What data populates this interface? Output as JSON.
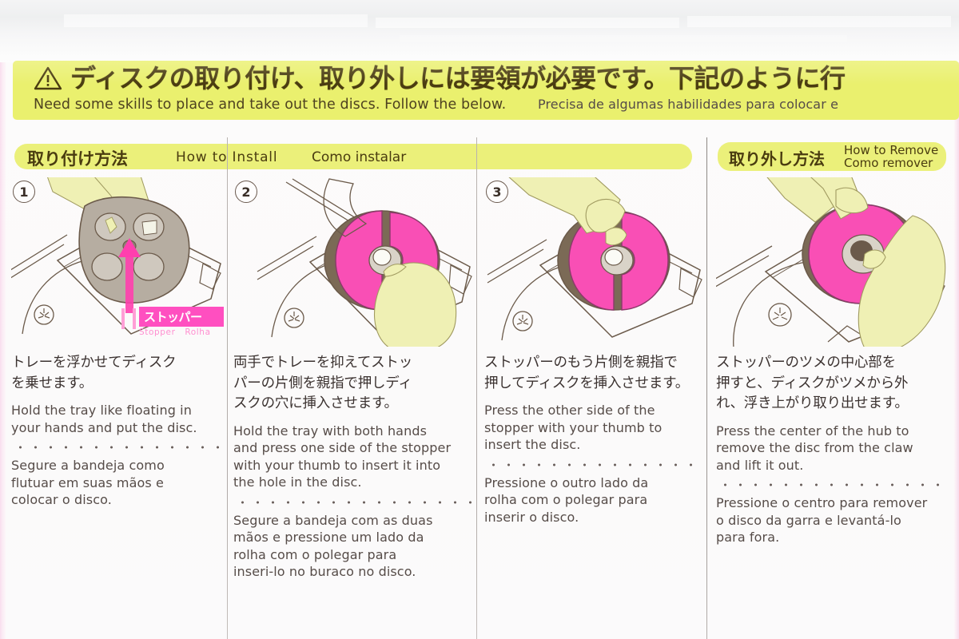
{
  "banner": {
    "icon": "warning-triangle-icon",
    "jp": "ディスクの取り付け、取り外しには要領が必要です。下記のように行",
    "en": "Need some skills to place and take out the discs. Follow the below.",
    "pt": "Precisa de algumas habilidades para colocar e",
    "bg_color": "#eaf06e",
    "text_color": "#4a3c10"
  },
  "sections": {
    "install": {
      "jp": "取り付け方法",
      "en": "How to Install",
      "pt": "Como instalar"
    },
    "remove": {
      "jp": "取り外し方法",
      "en": "How to Remove",
      "pt": "Como remover"
    }
  },
  "callout": {
    "jp": "ストッパー",
    "en": "Stopper",
    "pt": "Rolha",
    "bg_color": "#ff4fc0"
  },
  "steps": [
    {
      "number": "1",
      "figure": "tray-with-stopper-hub-illustration",
      "jp": "トレーを浮かせてディスク\nを乗せます。",
      "en": "Hold the tray like floating in\nyour hands and put the disc.",
      "pt": "Segure a bandeja como\nflutuar em suas mãos e\ncolocar o disco."
    },
    {
      "number": "2",
      "figure": "thumb-pressing-one-side-of-stopper-illustration",
      "jp": "両手でトレーを抑えてストッ\nパーの片側を親指で押しディ\nスクの穴に挿入させます。",
      "en": "Hold the tray with both hands\nand press one side of the stopper\nwith your thumb to insert it into\nthe hole in the disc.",
      "pt": "Segure a bandeja com as duas\nmãos e pressione um lado da\nrolha com o polegar para\ninseri-lo no buraco no disco."
    },
    {
      "number": "3",
      "figure": "thumb-pressing-other-side-of-stopper-illustration",
      "jp": "ストッパーのもう片側を親指で\n押してディスクを挿入させます。",
      "en": "Press the other side of the\nstopper with your thumb to\ninsert the disc.",
      "pt": "Pressione o outro lado da\nrolha com o polegar para\ninserir o disco."
    },
    {
      "number": "",
      "figure": "pressing-hub-center-to-remove-disc-illustration",
      "jp": "ストッパーのツメの中心部を\n押すと、ディスクがツメから外\nれ、浮き上がり取り出せます。",
      "en": "Press the center of the hub to\nremove the disc from the claw\nand lift it out.",
      "pt": "Pressione o centro para remover\no disco da garra e levantá-lo\npara fora."
    }
  ],
  "colors": {
    "disc_pink": "#f94fb5",
    "hand_yellow": "#eff0b4",
    "tray_gray": "#b3aa9e",
    "line_brown": "#6b5a4a",
    "paper": "#faf9f9"
  }
}
